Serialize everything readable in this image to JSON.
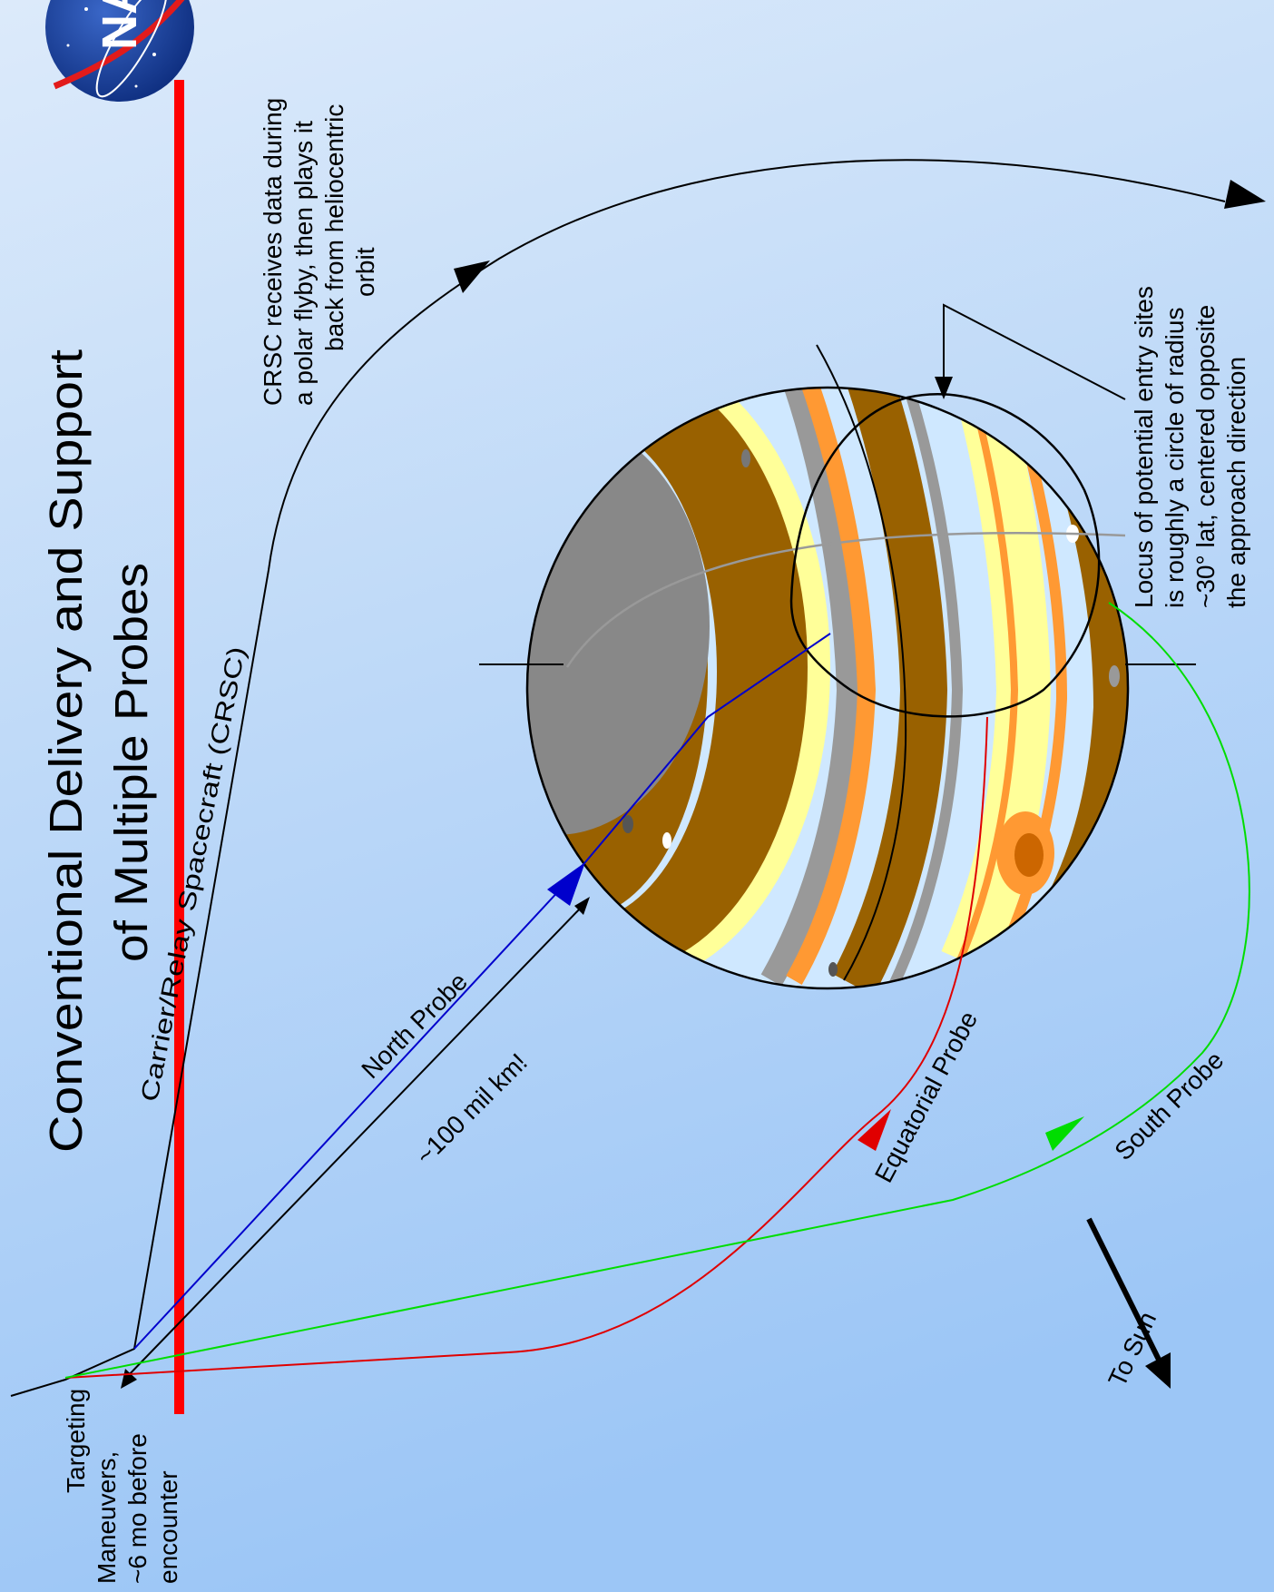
{
  "slide": {
    "title_line1": "Conventional Delivery and Support",
    "title_line2": "of Multiple Probes",
    "logo_text": "NA",
    "colors": {
      "background_top": "#dceafa",
      "background_bottom": "#9cc6f6",
      "accent_bar": "#ff0000",
      "north_probe": "#0000cc",
      "equatorial_probe": "#e00000",
      "south_probe": "#00dd00",
      "planet_brown": "#996100",
      "planet_orange": "#ff9933",
      "planet_cream": "#ffff99",
      "planet_gray": "#999999",
      "planet_lightblue": "#cfe8ff",
      "polar_cap": "#888888"
    }
  },
  "labels": {
    "crsc": "Carrier/Relay Spacecraft (CRSC)",
    "crsc_note_1": "CRSC receives data during",
    "crsc_note_2": "a polar flyby, then plays it",
    "crsc_note_3": "back from heliocentric",
    "crsc_note_4": "orbit",
    "north_probe": "North Probe",
    "distance": "~100 mil km!",
    "equatorial_probe": "Equatorial Probe",
    "south_probe": "South Probe",
    "to_sun": "To Sun",
    "targeting_1": "Targeting",
    "targeting_2": "Maneuvers,",
    "targeting_3": "~6 mo before",
    "targeting_4": "encounter",
    "locus_1": "Locus of potential entry sites",
    "locus_2": "is roughly a circle of radius",
    "locus_3": "~30° lat, centered opposite",
    "locus_4": "the approach direction"
  }
}
